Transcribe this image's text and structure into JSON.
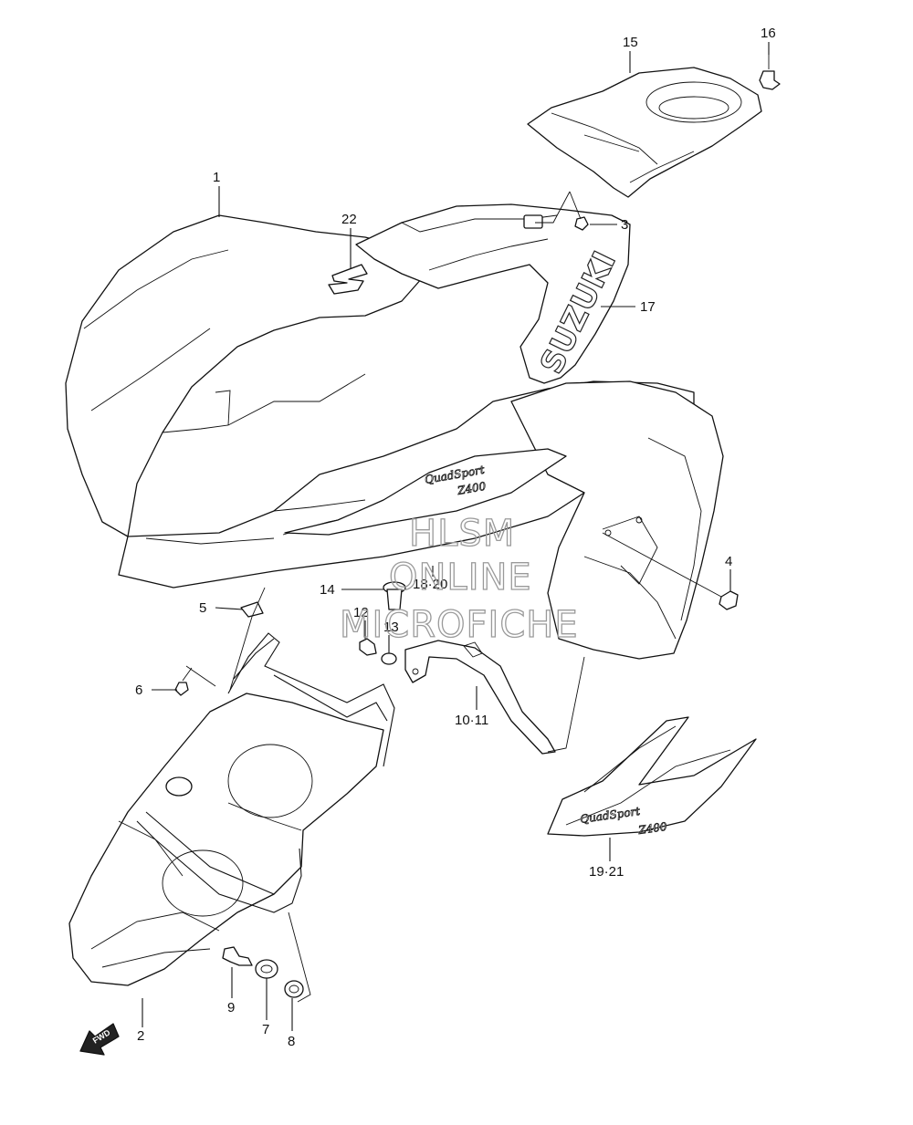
{
  "callouts": {
    "c1": "1",
    "c2": "2",
    "c3": "3",
    "c4": "4",
    "c5": "5",
    "c6": "6",
    "c7": "7",
    "c8": "8",
    "c9": "9",
    "c10_11": "10·11",
    "c12": "12",
    "c13": "13",
    "c14": "14",
    "c15": "15",
    "c16": "16",
    "c17": "17",
    "c18_20": "18·20",
    "c19_21": "19·21",
    "c22": "22"
  },
  "watermark": {
    "line1": "HLSM",
    "line2": "ONLINE",
    "line3": "MICROFICHE"
  },
  "decals": {
    "brand": "SUZUKI",
    "model_line1": "QuadSport",
    "model_line2": "Z400"
  },
  "direction_label": "FWD",
  "colors": {
    "line": "#111111",
    "background": "#ffffff",
    "watermark": "#9a9a9a"
  }
}
